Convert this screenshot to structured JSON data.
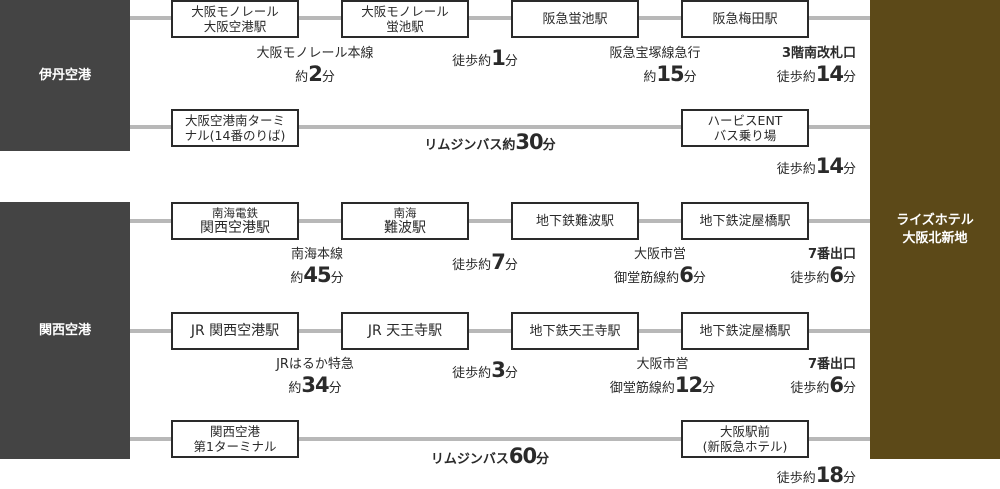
{
  "colors": {
    "origin_panel": "#444444",
    "destination_panel": "#5c4918",
    "route_line": "#b8b8b8",
    "box_border": "#2a2a2a"
  },
  "origins": {
    "itami": "伊丹空港",
    "kansai": "関西空港"
  },
  "destination": {
    "line1": "ライズホテル",
    "line2": "大阪北新地"
  },
  "routes": [
    {
      "stations": [
        {
          "line1": "大阪モノレール",
          "line2": "大阪空港駅"
        },
        {
          "line1": "大阪モノレール",
          "line2": "蛍池駅"
        },
        {
          "line1": "阪急蛍池駅"
        },
        {
          "line1": "阪急梅田駅"
        }
      ],
      "segments": [
        {
          "top": "大阪モノレール本線",
          "prefix": "約",
          "num": "2",
          "unit": "分"
        },
        {
          "prefix": "徒歩約",
          "num": "1",
          "unit": "分"
        },
        {
          "top": "阪急宝塚線急行",
          "prefix": "約",
          "num": "15",
          "unit": "分"
        },
        {
          "top": "3階南改札口",
          "prefix": "徒歩約",
          "num": "14",
          "unit": "分"
        }
      ]
    },
    {
      "stations": [
        {
          "line1": "大阪空港南ターミ",
          "line2": "ナル(14番のりば)"
        },
        {
          "line1": "ハービスENT",
          "line2": "バス乗り場"
        }
      ],
      "segments": [
        {
          "prefix": "リムジンバス約",
          "num": "30",
          "unit": "分"
        },
        {
          "prefix": "徒歩約",
          "num": "14",
          "unit": "分"
        }
      ]
    },
    {
      "stations": [
        {
          "line1": "南海電鉄",
          "line2": "関西空港駅"
        },
        {
          "line1": "南海",
          "line2": "難波駅"
        },
        {
          "line1": "地下鉄難波駅"
        },
        {
          "line1": "地下鉄淀屋橋駅"
        }
      ],
      "segments": [
        {
          "top": "南海本線",
          "prefix": "約",
          "num": "45",
          "unit": "分"
        },
        {
          "prefix": "徒歩約",
          "num": "7",
          "unit": "分"
        },
        {
          "top": "大阪市営",
          "prefix": "御堂筋線約",
          "num": "6",
          "unit": "分"
        },
        {
          "top": "7番出口",
          "prefix": "徒歩約",
          "num": "6",
          "unit": "分"
        }
      ]
    },
    {
      "stations": [
        {
          "line1": "JR 関西空港駅"
        },
        {
          "line1": "JR 天王寺駅"
        },
        {
          "line1": "地下鉄天王寺駅"
        },
        {
          "line1": "地下鉄淀屋橋駅"
        }
      ],
      "segments": [
        {
          "top": "JRはるか特急",
          "prefix": "約",
          "num": "34",
          "unit": "分"
        },
        {
          "prefix": "徒歩約",
          "num": "3",
          "unit": "分"
        },
        {
          "top": "大阪市営",
          "prefix": "御堂筋線約",
          "num": "12",
          "unit": "分"
        },
        {
          "top": "7番出口",
          "prefix": "徒歩約",
          "num": "6",
          "unit": "分"
        }
      ]
    },
    {
      "stations": [
        {
          "line1": "関西空港",
          "line2": "第1ターミナル"
        },
        {
          "line1": "大阪駅前",
          "line2": "(新阪急ホテル)"
        }
      ],
      "segments": [
        {
          "prefix": "リムジンバス",
          "num": "60",
          "unit": "分"
        },
        {
          "prefix": "徒歩約",
          "num": "18",
          "unit": "分"
        }
      ]
    }
  ]
}
